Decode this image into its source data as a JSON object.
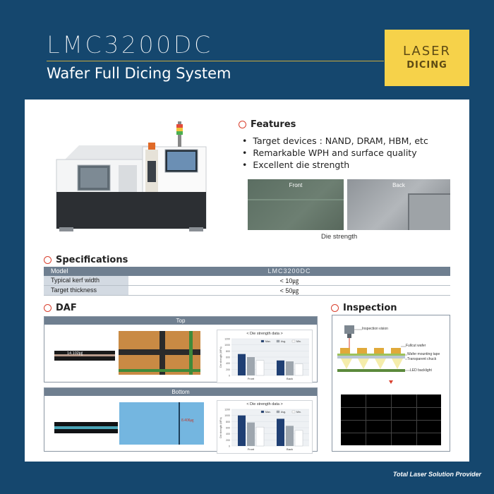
{
  "header": {
    "model_title": "LMC3200DC",
    "subtitle": "Wafer Full Dicing System",
    "badge_line1": "LASER",
    "badge_line2": "DICING"
  },
  "features": {
    "heading": "Features",
    "items": [
      "Target devices : NAND, DRAM, HBM, etc",
      "Remarkable WPH and surface quality",
      "Excellent die strength"
    ],
    "photo_front_label": "Front",
    "photo_back_label": "Back",
    "photo_caption": "Die strength"
  },
  "specifications": {
    "heading": "Specifications",
    "rows": [
      {
        "key": "Model",
        "value": "LMC3200DC"
      },
      {
        "key": "Typical kerf width",
        "value": "< 10㎍"
      },
      {
        "key": "Target thickness",
        "value": "< 50㎍"
      }
    ]
  },
  "daf": {
    "heading": "DAF",
    "top_label": "Top",
    "bottom_label": "Bottom",
    "top_micro_label": "14.102㎍",
    "bottom_micro_label": "8.406㎍",
    "chart_title": "< Die strength data >",
    "chart_ylabel": "Die strength (MPa)",
    "legend": [
      "Max.",
      "Avg.",
      "Min."
    ],
    "colors": {
      "max": "#1f3f73",
      "avg": "#9ea6ae",
      "min": "#ffffff"
    }
  },
  "inspection": {
    "heading": "Inspection",
    "labels": [
      "Inspection vision",
      "Fullcut wafer",
      "Wafer mounting tape",
      "Transparent chuck",
      "LED backlight"
    ]
  },
  "chart_data": [
    {
      "type": "bar",
      "title": "< Die strength data >",
      "ylabel": "Die strength (MPa)",
      "categories": [
        "Front",
        "Back"
      ],
      "ylim": [
        0,
        1200
      ],
      "yticks": [
        0,
        200,
        400,
        600,
        800,
        1000,
        1200
      ],
      "series": [
        {
          "name": "Max.",
          "values": [
            700,
            490
          ]
        },
        {
          "name": "Avg.",
          "values": [
            600,
            460
          ]
        },
        {
          "name": "Min.",
          "values": [
            490,
            380
          ]
        }
      ]
    },
    {
      "type": "bar",
      "title": "< Die strength data >",
      "ylabel": "Die strength (MPa)",
      "categories": [
        "Front",
        "Back"
      ],
      "ylim": [
        0,
        1200
      ],
      "yticks": [
        0,
        200,
        400,
        600,
        800,
        1000,
        1200
      ],
      "series": [
        {
          "name": "Max.",
          "values": [
            1000,
            890
          ]
        },
        {
          "name": "Avg.",
          "values": [
            770,
            660
          ]
        },
        {
          "name": "Min.",
          "values": [
            620,
            510
          ]
        }
      ]
    }
  ],
  "footer": {
    "tagline": "Total Laser Solution Provider"
  }
}
